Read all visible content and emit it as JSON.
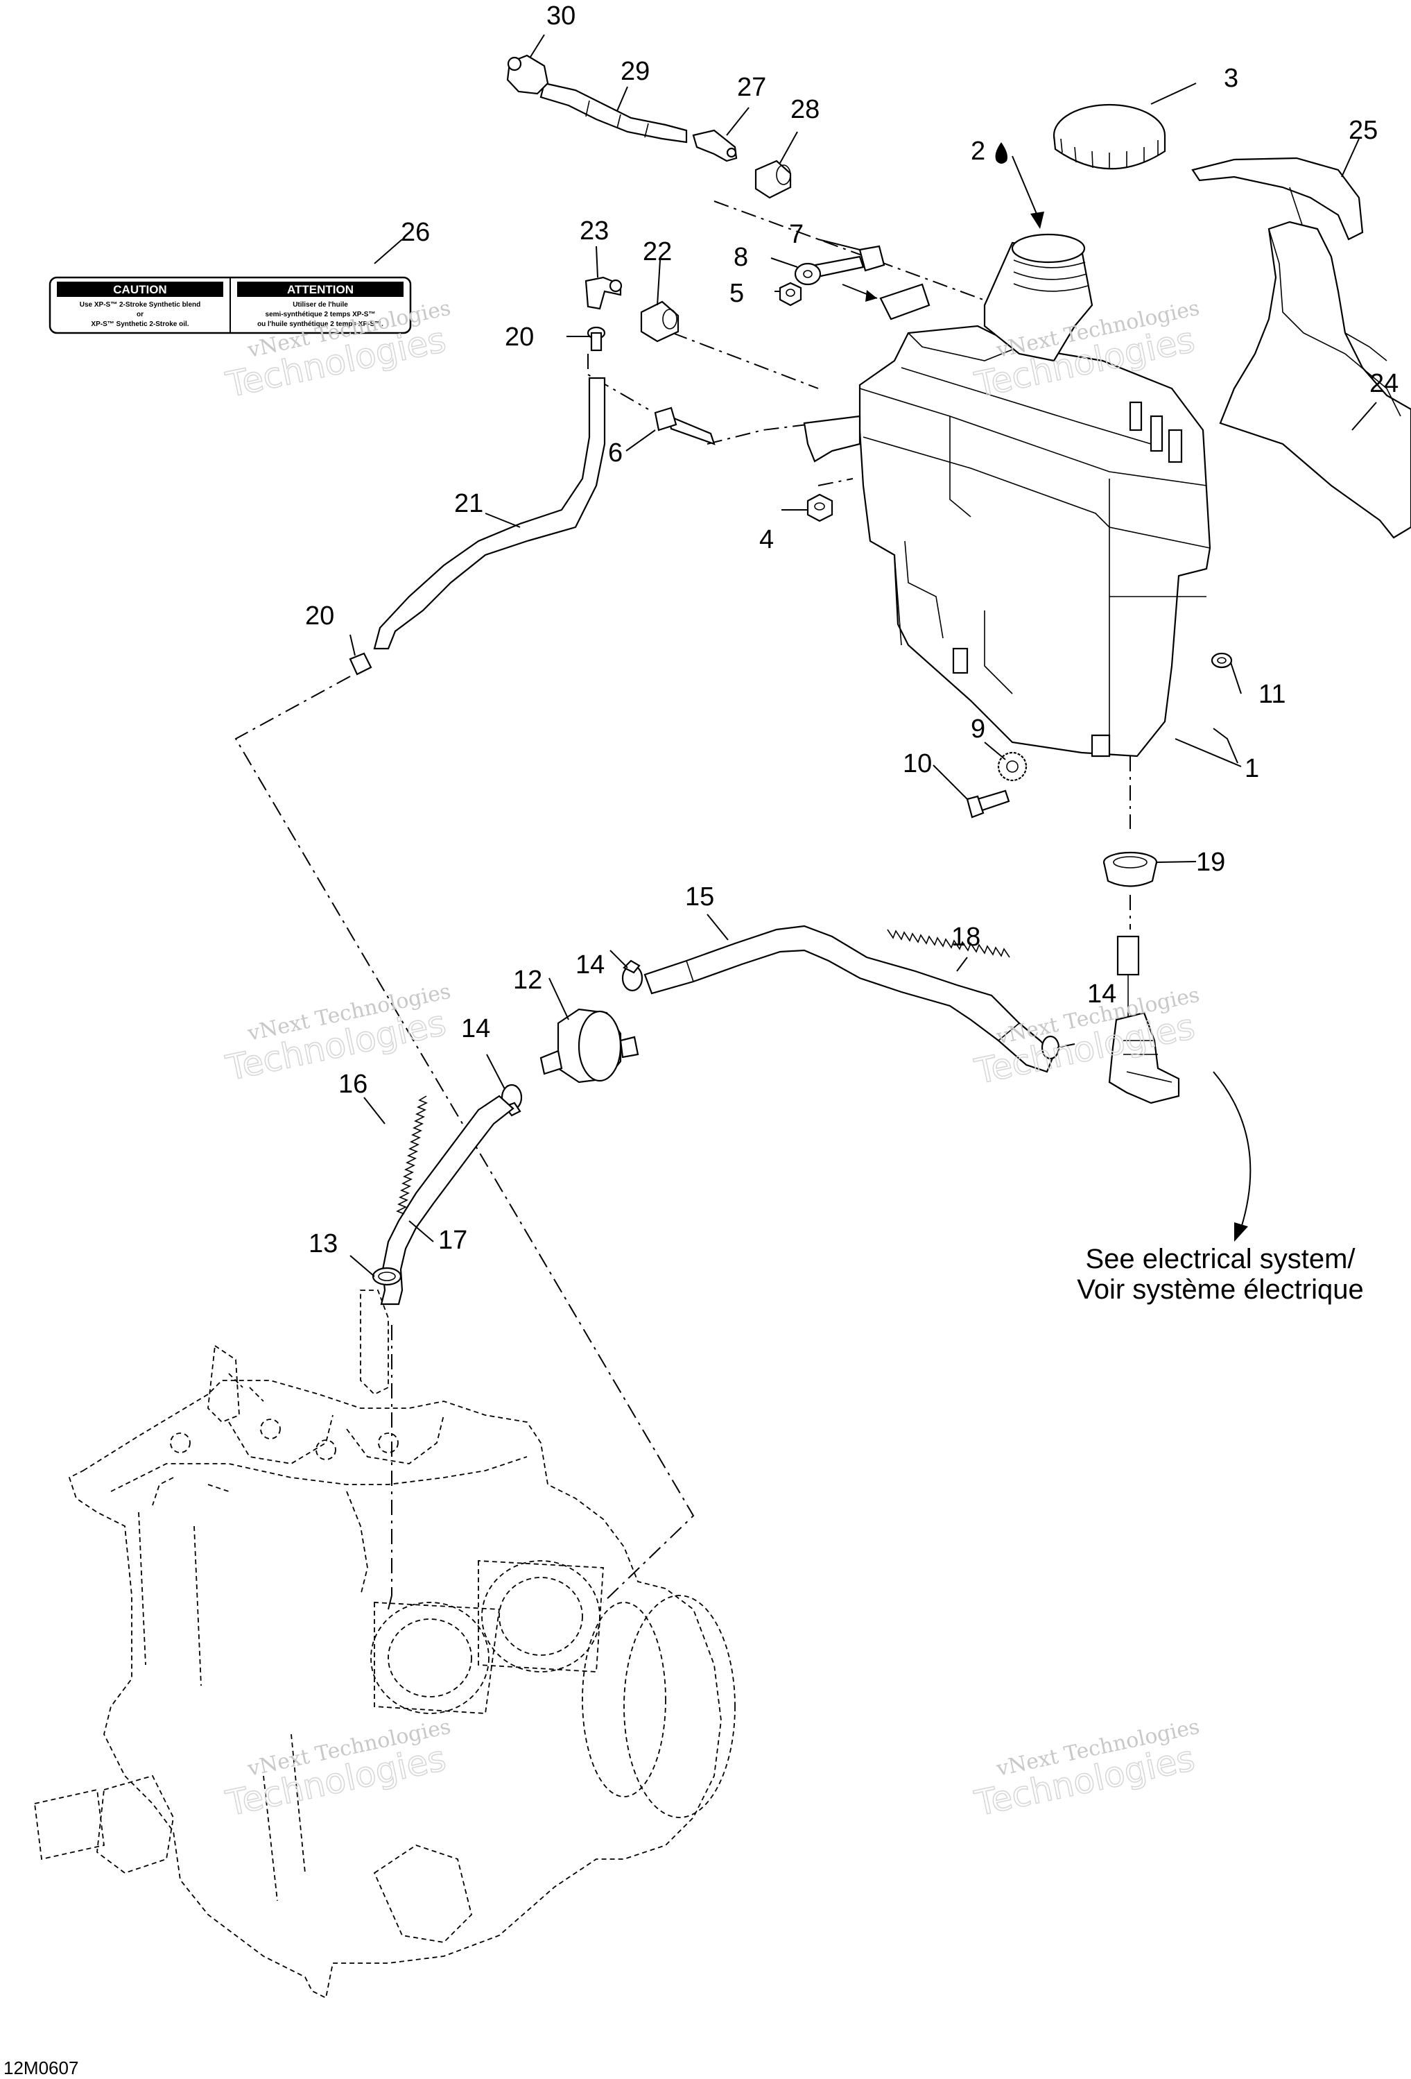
{
  "diagram": {
    "callouts": [
      {
        "id": "c1",
        "text": "1"
      },
      {
        "id": "c2",
        "text": "2"
      },
      {
        "id": "c3",
        "text": "3"
      },
      {
        "id": "c4",
        "text": "4"
      },
      {
        "id": "c5",
        "text": "5"
      },
      {
        "id": "c6",
        "text": "6"
      },
      {
        "id": "c7",
        "text": "7"
      },
      {
        "id": "c8",
        "text": "8"
      },
      {
        "id": "c9",
        "text": "9"
      },
      {
        "id": "c10",
        "text": "10"
      },
      {
        "id": "c11",
        "text": "11"
      },
      {
        "id": "c12",
        "text": "12"
      },
      {
        "id": "c13",
        "text": "13"
      },
      {
        "id": "c14a",
        "text": "14"
      },
      {
        "id": "c14b",
        "text": "14"
      },
      {
        "id": "c14c",
        "text": "14"
      },
      {
        "id": "c15",
        "text": "15"
      },
      {
        "id": "c16",
        "text": "16"
      },
      {
        "id": "c17",
        "text": "17"
      },
      {
        "id": "c18",
        "text": "18"
      },
      {
        "id": "c19",
        "text": "19"
      },
      {
        "id": "c20a",
        "text": "20"
      },
      {
        "id": "c20b",
        "text": "20"
      },
      {
        "id": "c21",
        "text": "21"
      },
      {
        "id": "c22",
        "text": "22"
      },
      {
        "id": "c23",
        "text": "23"
      },
      {
        "id": "c24",
        "text": "24"
      },
      {
        "id": "c25",
        "text": "25"
      },
      {
        "id": "c26",
        "text": "26"
      },
      {
        "id": "c27",
        "text": "27"
      },
      {
        "id": "c28",
        "text": "28"
      },
      {
        "id": "c29",
        "text": "29"
      },
      {
        "id": "c30",
        "text": "30"
      }
    ],
    "note_line1": "See electrical system/",
    "note_line2": "Voir système électrique",
    "drawing_code": "12M0607",
    "decal": {
      "caution_title": "CAUTION",
      "caution_line1": "Use XP-S™ 2-Stroke Synthetic blend",
      "caution_line2": "or",
      "caution_line3": "XP-S™ Synthetic 2-Stroke oil.",
      "attention_title": "ATTENTION",
      "attention_line1": "Utiliser de l'huile",
      "attention_line2": "semi-synthétique 2 temps XP-S™",
      "attention_line3": "ou l'huile synthétique 2 temps XP-S™."
    },
    "watermark_top": "vNext Technologies",
    "watermark_bottom": "Technologies"
  },
  "colors": {
    "ink": "#000000",
    "background": "#ffffff",
    "watermark": "#c8c8c8"
  }
}
